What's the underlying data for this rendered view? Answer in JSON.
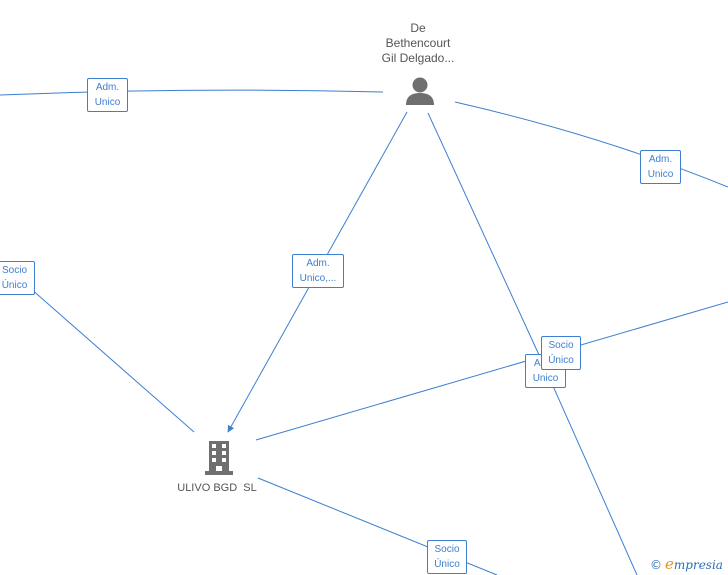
{
  "colors": {
    "edge": "#3d7fd0",
    "icon": "#6f6f6f",
    "node_text": "#555555"
  },
  "nodes": {
    "person": {
      "icon": "person-icon",
      "label_lines": [
        "De",
        "Bethencourt",
        "Gil Delgado..."
      ]
    },
    "company": {
      "icon": "building-icon",
      "label": "ULIVO BGD  SL"
    }
  },
  "edge_labels": [
    {
      "lines": [
        "Adm.",
        "Unico"
      ]
    },
    {
      "lines": [
        "Adm.",
        "Unico"
      ]
    },
    {
      "lines": [
        "Adm.",
        "Unico,..."
      ]
    },
    {
      "lines": [
        "Socio",
        "Único"
      ]
    },
    {
      "lines": [
        "Adm.",
        "Unico"
      ]
    },
    {
      "lines": [
        "Socio",
        "Único"
      ]
    },
    {
      "lines": [
        "Socio",
        "Único"
      ]
    }
  ],
  "watermark": {
    "symbol": "©",
    "brand_initial": "e",
    "brand_rest": "mpresia"
  }
}
